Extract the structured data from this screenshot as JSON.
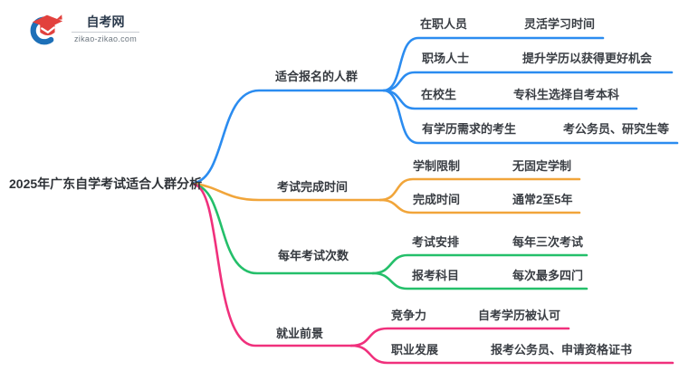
{
  "logo": {
    "site_name": "自考网",
    "site_url": "zikao-zikao.com",
    "brand_blue": "#1d70b8",
    "brand_red": "#e2413d"
  },
  "central_topic": "2025年广东自学考试适合人群分析",
  "branches": [
    {
      "label": "适合报名的人群",
      "color": "#2b8cf0",
      "children": [
        {
          "label": "在职人员",
          "value": "灵活学习时间"
        },
        {
          "label": "职场人士",
          "value": "提升学历以获得更好机会"
        },
        {
          "label": "在校生",
          "value": "专科生选择自考本科"
        },
        {
          "label": "有学历需求的考生",
          "value": "考公务员、研究生等"
        }
      ]
    },
    {
      "label": "考试完成时间",
      "color": "#f1a53a",
      "children": [
        {
          "label": "学制限制",
          "value": "无固定学制"
        },
        {
          "label": "完成时间",
          "value": "通常2至5年"
        }
      ]
    },
    {
      "label": "每年考试次数",
      "color": "#24bf6a",
      "children": [
        {
          "label": "考试安排",
          "value": "每年三次考试"
        },
        {
          "label": "报考科目",
          "value": "每次最多四门"
        }
      ]
    },
    {
      "label": "就业前景",
      "color": "#f0307c",
      "children": [
        {
          "label": "竞争力",
          "value": "自考学历被认可"
        },
        {
          "label": "职业发展",
          "value": "报考公务员、申请资格证书"
        }
      ]
    }
  ]
}
